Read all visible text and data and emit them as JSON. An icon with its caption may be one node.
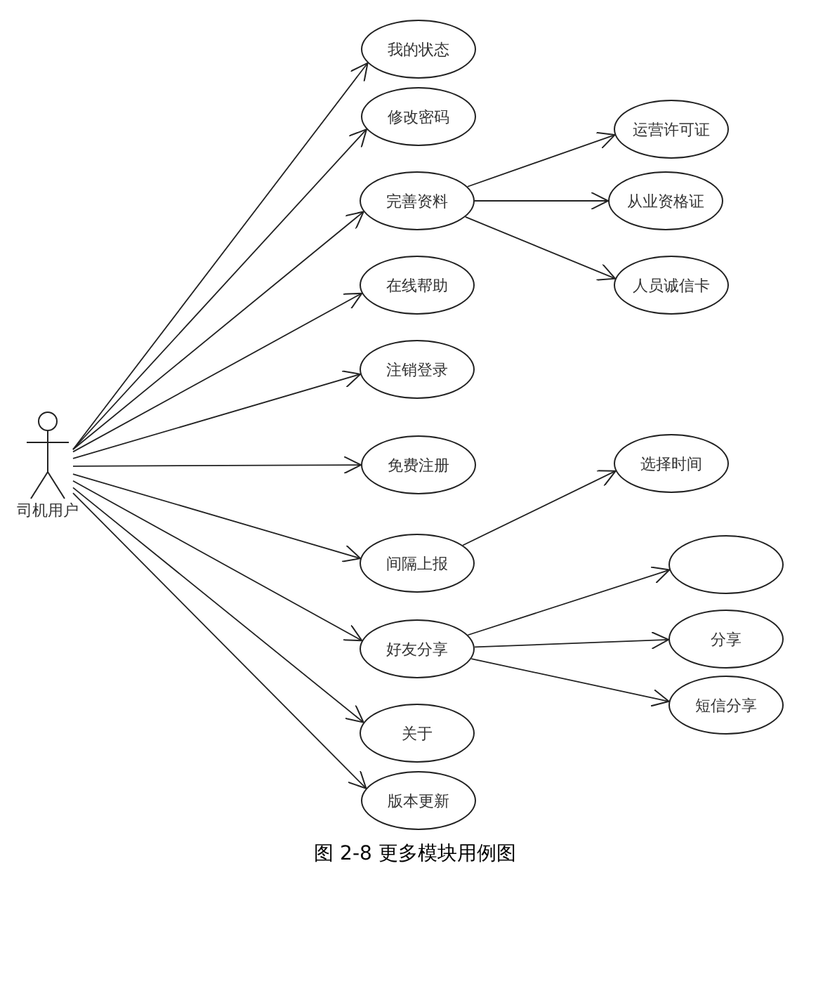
{
  "diagram": {
    "caption": "图 2-8 更多模块用例图",
    "nodes": [
      {
        "text": [
          "司机用户"
        ]
      },
      {
        "text": [
          "我的状态"
        ]
      },
      {
        "text": [
          "修改密码"
        ]
      },
      {
        "text": [
          "完善资料"
        ]
      },
      {
        "text": [
          "在线帮助"
        ]
      },
      {
        "text": [
          "注销登录"
        ]
      },
      {
        "text": [
          "免费注册"
        ]
      },
      {
        "text": [
          "间隔上报"
        ]
      },
      {
        "text": [
          "好友分享"
        ]
      },
      {
        "text": [
          "关于"
        ]
      },
      {
        "text": [
          "版本更新"
        ]
      },
      {
        "text": [
          "运营许可证"
        ]
      },
      {
        "text": [
          "从业资格证"
        ]
      },
      {
        "text": [
          "人员诚信卡"
        ]
      },
      {
        "text": [
          "选择时间"
        ]
      },
      {
        "text": [],
        "shape": "ellipse"
      },
      {
        "text": [
          "分享"
        ]
      },
      {
        "text": [
          "短信分享"
        ]
      }
    ],
    "edges": [
      {
        "from": 0,
        "to": 1,
        "arrow": "to"
      },
      {
        "from": 0,
        "to": 2,
        "arrow": "to"
      },
      {
        "from": 0,
        "to": 3,
        "arrow": "to"
      },
      {
        "from": 0,
        "to": 4,
        "arrow": "to"
      },
      {
        "from": 0,
        "to": 5,
        "arrow": "to"
      },
      {
        "from": 0,
        "to": 6,
        "arrow": "to"
      },
      {
        "from": 0,
        "to": 7,
        "arrow": "to"
      },
      {
        "from": 0,
        "to": 8,
        "arrow": "to"
      },
      {
        "from": 0,
        "to": 9,
        "arrow": "to"
      },
      {
        "from": 0,
        "to": 10,
        "arrow": "to"
      },
      {
        "from": 3,
        "to": 11,
        "arrow": "to"
      },
      {
        "from": 3,
        "to": 12,
        "arrow": "to"
      },
      {
        "from": 3,
        "to": 13,
        "arrow": "to"
      },
      {
        "from": 7,
        "to": 14,
        "arrow": "to"
      },
      {
        "from": 8,
        "to": 15,
        "arrow": "to"
      },
      {
        "from": 8,
        "to": 16,
        "arrow": "to"
      },
      {
        "from": 8,
        "to": 17,
        "arrow": "to"
      }
    ]
  }
}
